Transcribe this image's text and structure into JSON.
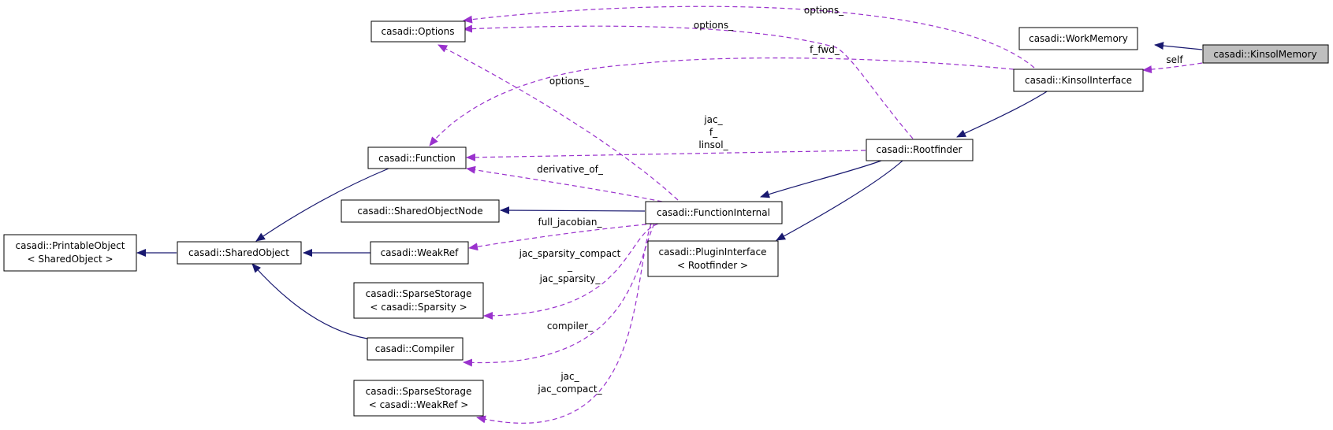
{
  "nodes": {
    "kinsol_memory": {
      "lines": [
        "casadi::KinsolMemory"
      ]
    },
    "work_memory": {
      "lines": [
        "casadi::WorkMemory"
      ]
    },
    "kinsol_interface": {
      "lines": [
        "casadi::KinsolInterface"
      ]
    },
    "options": {
      "lines": [
        "casadi::Options"
      ]
    },
    "rootfinder": {
      "lines": [
        "casadi::Rootfinder"
      ]
    },
    "function": {
      "lines": [
        "casadi::Function"
      ]
    },
    "function_internal": {
      "lines": [
        "casadi::FunctionInternal"
      ]
    },
    "shared_object_node": {
      "lines": [
        "casadi::SharedObjectNode"
      ]
    },
    "plugin_interface": {
      "lines": [
        "casadi::PluginInterface",
        "< Rootfinder >"
      ]
    },
    "printable_object": {
      "lines": [
        "casadi::PrintableObject",
        "< SharedObject >"
      ]
    },
    "shared_object": {
      "lines": [
        "casadi::SharedObject"
      ]
    },
    "weak_ref": {
      "lines": [
        "casadi::WeakRef"
      ]
    },
    "sparse_storage_sparsity": {
      "lines": [
        "casadi::SparseStorage",
        "< casadi::Sparsity >"
      ]
    },
    "compiler": {
      "lines": [
        "casadi::Compiler"
      ]
    },
    "sparse_storage_weakref": {
      "lines": [
        "casadi::SparseStorage",
        "< casadi::WeakRef >"
      ]
    }
  },
  "edge_labels": {
    "options_from_kinsol_interface": [
      "options_"
    ],
    "options_from_rootfinder": [
      "options_"
    ],
    "f_fwd": [
      "f_fwd_"
    ],
    "options_from_function_internal": [
      "options_"
    ],
    "self": [
      "self"
    ],
    "rootfinder_to_function": [
      "jac_",
      "f_",
      "linsol_"
    ],
    "derivative_of": [
      "derivative_of_"
    ],
    "full_jacobian": [
      "full_jacobian_"
    ],
    "jac_sparsity": [
      "jac_sparsity_compact",
      "_",
      "jac_sparsity_"
    ],
    "compiler": [
      "compiler_"
    ],
    "jac_compact": [
      "jac_",
      "jac_compact_"
    ]
  },
  "colors": {
    "inheritance_edge": "#191970",
    "usage_edge": "#9a32cd",
    "focus_node_fill": "#bfbfbf"
  }
}
